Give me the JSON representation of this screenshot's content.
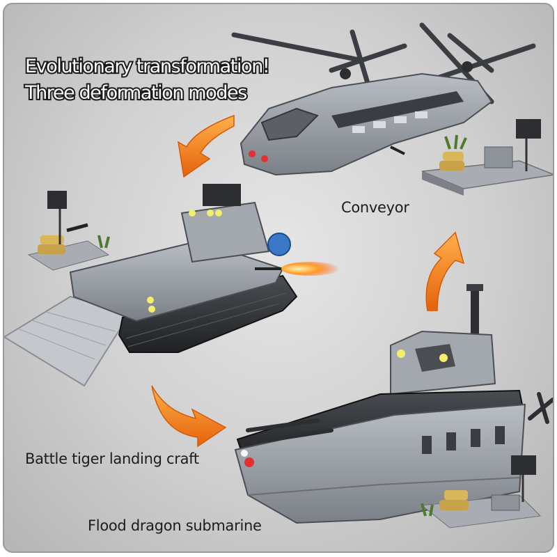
{
  "headline": {
    "line1": "Evolutionary transformation!",
    "line2": "Three deformation modes"
  },
  "modes": {
    "conveyor": "Conveyor",
    "landing_craft": "Battle tiger landing craft",
    "submarine": "Flood dragon submarine"
  },
  "colors": {
    "background": "#cfcfcf",
    "arrow_orange": "#f07a1c",
    "brick_gray": "#8e9399",
    "brick_dark": "#2c2e31",
    "light_yellow": "#f4ee6a",
    "light_red": "#e33030",
    "tan": "#c8a24a"
  }
}
